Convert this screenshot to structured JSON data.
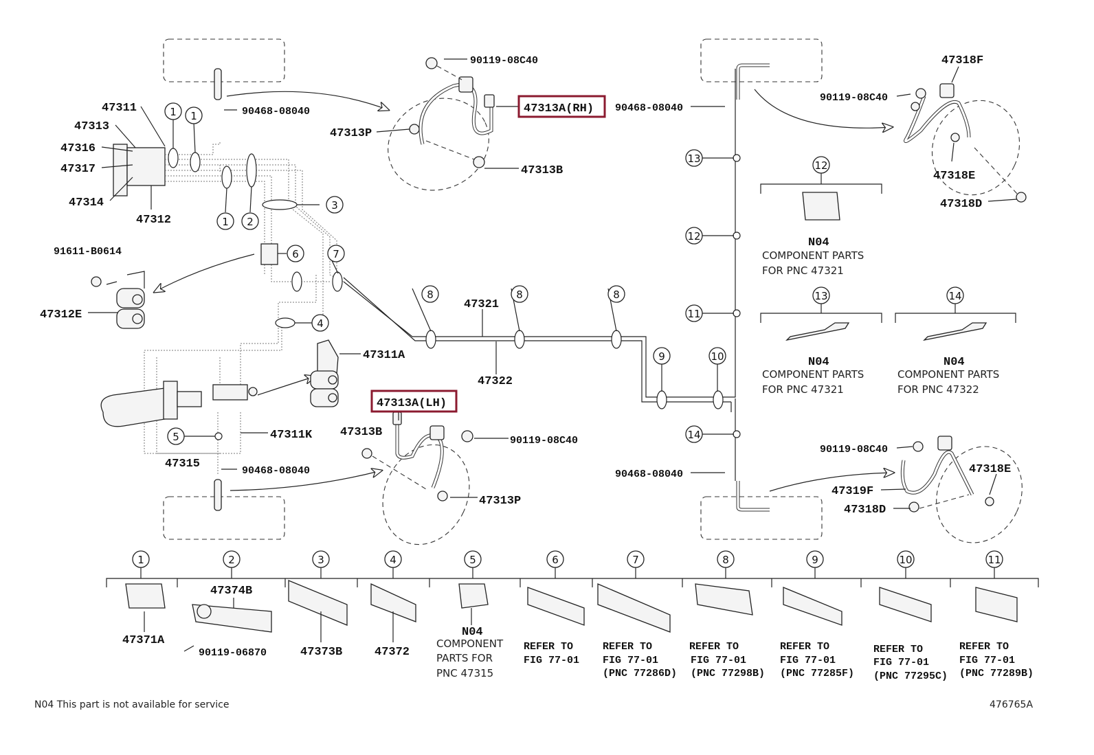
{
  "highlight_color": "#8b1a2f",
  "callouts": {
    "c47311": "47311",
    "c47313": "47313",
    "c47316": "47316",
    "c47317": "47317",
    "c47314": "47314",
    "c47312": "47312",
    "c91611": "91611-B0614",
    "c47312E": "47312E",
    "c47311A": "47311A",
    "c47311K": "47311K",
    "c47315": "47315",
    "c47321": "47321",
    "c47322": "47322",
    "c90119_top": "90119-08C40",
    "c90468_top": "90468-08040",
    "c47313P_top": "47313P",
    "c47313B_top": "47313B",
    "c47313A_RH": "47313A(RH)",
    "c47313A_LH": "47313A(LH)",
    "c47313B_bot": "47313B",
    "c90119_mid": "90119-08C40",
    "c47313P_bot": "47313P",
    "c90468_bot": "90468-08040",
    "c47318F": "47318F",
    "c90119_r1": "90119-08C40",
    "c90468_r1": "90468-08040",
    "c47318E_top": "47318E",
    "c47318D_top": "47318D",
    "c90119_r2": "90119-08C40",
    "c90468_r2": "90468-08040",
    "c47318E_bot": "47318E",
    "c47319F": "47319F",
    "c47318D_bot": "47318D",
    "c47374B": "47374B",
    "c47371A": "47371A",
    "c90119_06870": "90119-06870",
    "c47373B": "47373B",
    "c47372": "47372"
  },
  "component_notes": {
    "n12": {
      "code": "N04",
      "line1": "COMPONENT PARTS",
      "line2": "FOR PNC 47321"
    },
    "n13": {
      "code": "N04",
      "line1": "COMPONENT PARTS",
      "line2": "FOR PNC 47321"
    },
    "n14": {
      "code": "N04",
      "line1": "COMPONENT PARTS",
      "line2": "FOR PNC 47322"
    },
    "n5": {
      "code": "N04",
      "line1": "COMPONENT",
      "line2": "PARTS FOR",
      "line3": "PNC 47315"
    }
  },
  "refer_notes": {
    "r6": {
      "line1": "REFER TO",
      "line2": "FIG 77-01"
    },
    "r7": {
      "line1": "REFER TO",
      "line2": "FIG 77-01",
      "line3": "(PNC 77286D)"
    },
    "r8": {
      "line1": "REFER TO",
      "line2": "FIG 77-01",
      "line3": "(PNC 77298B)"
    },
    "r9": {
      "line1": "REFER TO",
      "line2": "FIG 77-01",
      "line3": "(PNC 77285F)"
    },
    "r10": {
      "line1": "REFER TO",
      "line2": "FIG 77-01",
      "line3": "(PNC 77295C)"
    },
    "r11": {
      "line1": "REFER TO",
      "line2": "FIG 77-01",
      "line3": "(PNC 77289B)"
    }
  },
  "circle_numbers": [
    "1",
    "2",
    "3",
    "4",
    "5",
    "6",
    "7",
    "8",
    "9",
    "10",
    "11",
    "12",
    "13",
    "14"
  ],
  "footer": {
    "note": "N04 This part is not available for service",
    "figure_id": "476765A"
  }
}
